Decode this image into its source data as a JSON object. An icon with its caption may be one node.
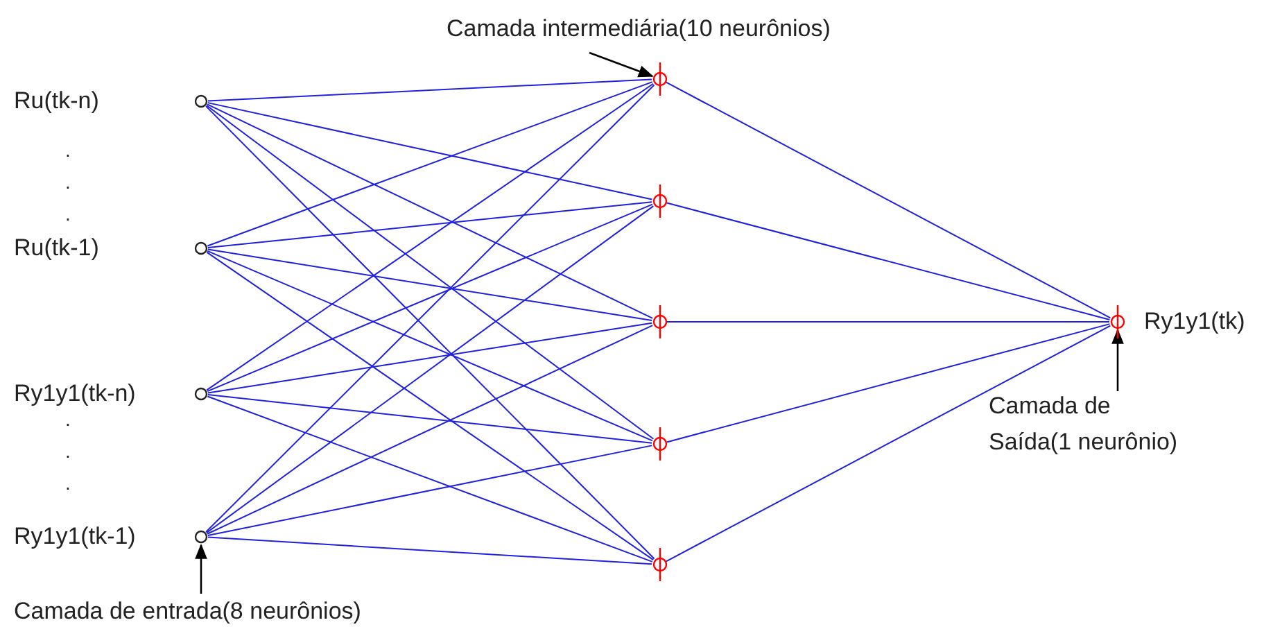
{
  "diagram": {
    "nodes": [
      {
        "text": [],
        "shape": "circle"
      },
      {
        "text": [],
        "shape": "circle"
      },
      {
        "text": [],
        "shape": "circle"
      },
      {
        "text": [],
        "shape": "circle"
      },
      {
        "text": [],
        "shape": "circle"
      },
      {
        "text": [],
        "shape": "circle"
      },
      {
        "text": [],
        "shape": "circle"
      },
      {
        "text": [],
        "shape": "circle"
      },
      {
        "text": [],
        "shape": "circle"
      },
      {
        "text": [],
        "shape": "circle",
        "beside": [
          "Ry1y1(tk)"
        ]
      },
      {
        "text": [
          "Camada intermediária(10 neurônios)"
        ]
      },
      {
        "text": [
          "Camada de Saída(1 neurônio)"
        ]
      },
      {
        "text": [
          "Camada de entrada(8 neurônios)"
        ]
      }
    ],
    "edges": [
      {
        "from": 0,
        "to": 4,
        "arrow": "none"
      },
      {
        "from": 0,
        "to": 5,
        "arrow": "none"
      },
      {
        "from": 0,
        "to": 6,
        "arrow": "none"
      },
      {
        "from": 0,
        "to": 7,
        "arrow": "none"
      },
      {
        "from": 0,
        "to": 8,
        "arrow": "none"
      },
      {
        "from": 1,
        "to": 4,
        "arrow": "none"
      },
      {
        "from": 1,
        "to": 5,
        "arrow": "none"
      },
      {
        "from": 1,
        "to": 6,
        "arrow": "none"
      },
      {
        "from": 1,
        "to": 7,
        "arrow": "none"
      },
      {
        "from": 1,
        "to": 8,
        "arrow": "none"
      },
      {
        "from": 2,
        "to": 4,
        "arrow": "none"
      },
      {
        "from": 2,
        "to": 5,
        "arrow": "none"
      },
      {
        "from": 2,
        "to": 6,
        "arrow": "none"
      },
      {
        "from": 2,
        "to": 7,
        "arrow": "none"
      },
      {
        "from": 2,
        "to": 8,
        "arrow": "none"
      },
      {
        "from": 3,
        "to": 4,
        "arrow": "none"
      },
      {
        "from": 3,
        "to": 5,
        "arrow": "none"
      },
      {
        "from": 3,
        "to": 6,
        "arrow": "none"
      },
      {
        "from": 3,
        "to": 7,
        "arrow": "none"
      },
      {
        "from": 3,
        "to": 8,
        "arrow": "none"
      },
      {
        "from": 4,
        "to": 9,
        "arrow": "none"
      },
      {
        "from": 5,
        "to": 9,
        "arrow": "none"
      },
      {
        "from": 6,
        "to": 9,
        "arrow": "none"
      },
      {
        "from": 7,
        "to": 9,
        "arrow": "none"
      },
      {
        "from": 8,
        "to": 9,
        "arrow": "none"
      },
      {
        "from": 10,
        "to": 4,
        "arrow": "to",
        "color": "#000000"
      },
      {
        "from": 11,
        "to": 9,
        "arrow": "to",
        "color": "#000000"
      },
      {
        "from": 12,
        "to": 3,
        "arrow": "to",
        "color": "#000000"
      }
    ],
    "labels": [
      "Ru(tk-n)",
      ".",
      ".",
      ".",
      "Ru(tk-1)",
      "Ry1y1(tk-n)",
      ".",
      ".",
      ".",
      "Ry1y1(tk-1)"
    ]
  }
}
